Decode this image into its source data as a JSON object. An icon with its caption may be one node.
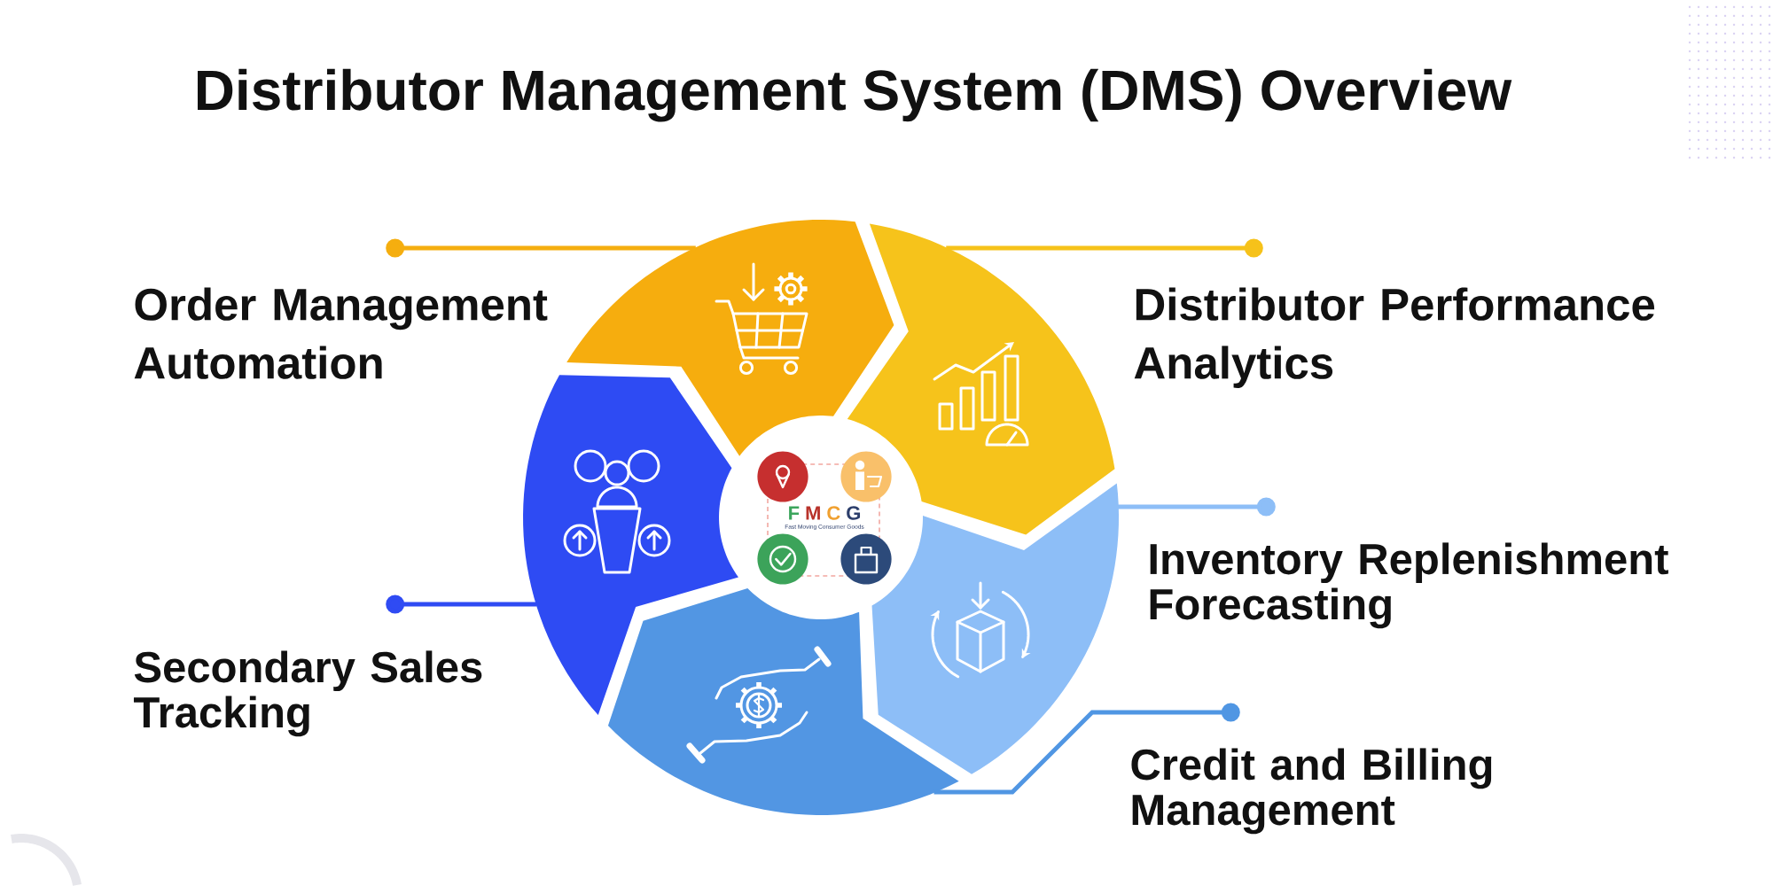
{
  "diagram": {
    "title": "Distributor Management System (DMS) Overview",
    "nodes": [
      {
        "text": [
          "Order Management Automation"
        ]
      },
      {
        "text": [
          "Distributor Performance Analytics"
        ]
      },
      {
        "text": [
          "Inventory Replenishment Forecasting"
        ]
      },
      {
        "text": [
          "Secondary Sales Tracking"
        ]
      },
      {
        "text": [
          "Credit and Billing Management"
        ]
      },
      {
        "text": [],
        "shape": "segment"
      },
      {
        "text": [],
        "shape": "segment"
      },
      {
        "text": [],
        "shape": "segment"
      },
      {
        "text": [],
        "shape": "segment"
      },
      {
        "text": [],
        "shape": "segment"
      },
      {
        "text": [
          "FMCG",
          "Fast Moving Consumer Goods"
        ]
      }
    ],
    "edges": [
      {
        "from": 0,
        "to": 5,
        "arrow": "other",
        "color": "#f5ae0f"
      },
      {
        "from": 1,
        "to": 6,
        "arrow": "other",
        "color": "#f6c21a"
      },
      {
        "from": 2,
        "to": 7,
        "arrow": "other",
        "color": "#8dbef7"
      },
      {
        "from": 3,
        "to": 8,
        "arrow": "other",
        "color": "#2f4bf3"
      },
      {
        "from": 4,
        "to": 9,
        "arrow": "other",
        "color": "#5096e3"
      }
    ]
  }
}
